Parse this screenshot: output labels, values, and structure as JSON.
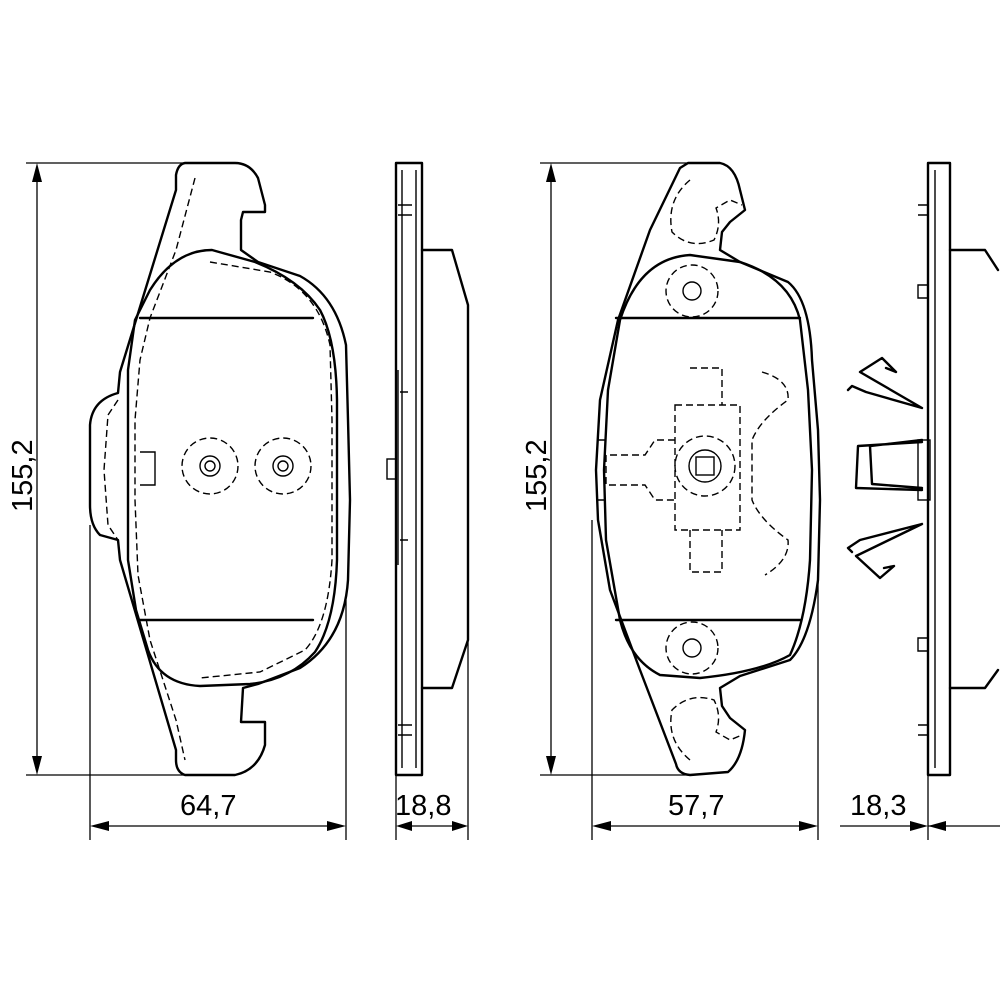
{
  "dimensions": {
    "pad1_height": "155,2",
    "pad1_width": "64,7",
    "pad1_thickness": "18,8",
    "pad2_height": "155,2",
    "pad2_width": "57,7",
    "pad2_thickness": "18,3"
  }
}
